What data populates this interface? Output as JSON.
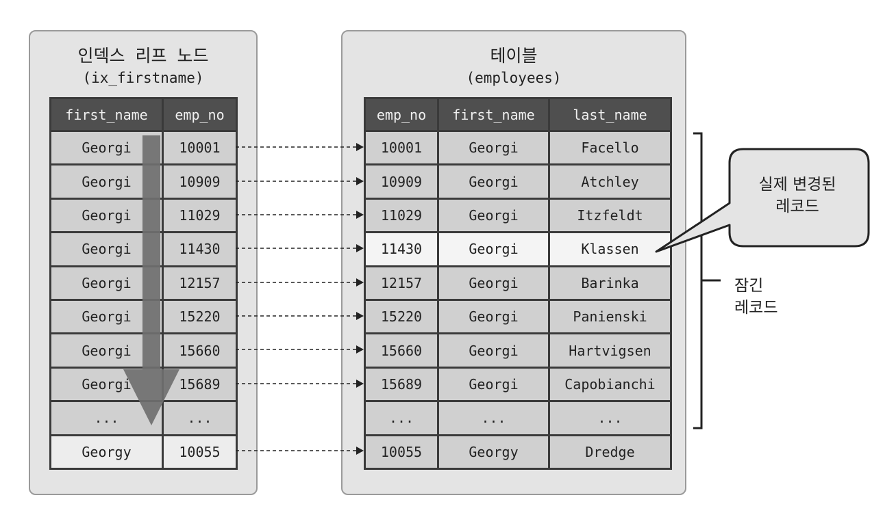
{
  "index_panel": {
    "title": "인덱스 리프 노드",
    "subtitle": "(ix_firstname)",
    "columns": [
      "first_name",
      "emp_no"
    ],
    "rows": [
      [
        "Georgi",
        "10001"
      ],
      [
        "Georgi",
        "10909"
      ],
      [
        "Georgi",
        "11029"
      ],
      [
        "Georgi",
        "11430"
      ],
      [
        "Georgi",
        "12157"
      ],
      [
        "Georgi",
        "15220"
      ],
      [
        "Georgi",
        "15660"
      ],
      [
        "Georgi",
        "15689"
      ],
      [
        "...",
        "..."
      ],
      [
        "Georgy",
        "10055"
      ]
    ]
  },
  "table_panel": {
    "title": "테이블",
    "subtitle": "(employees)",
    "columns": [
      "emp_no",
      "first_name",
      "last_name"
    ],
    "rows": [
      [
        "10001",
        "Georgi",
        "Facello"
      ],
      [
        "10909",
        "Georgi",
        "Atchley"
      ],
      [
        "11029",
        "Georgi",
        "Itzfeldt"
      ],
      [
        "11430",
        "Georgi",
        "Klassen"
      ],
      [
        "12157",
        "Georgi",
        "Barinka"
      ],
      [
        "15220",
        "Georgi",
        "Panienski"
      ],
      [
        "15660",
        "Georgi",
        "Hartvigsen"
      ],
      [
        "15689",
        "Georgi",
        "Capobianchi"
      ],
      [
        "...",
        "...",
        "..."
      ],
      [
        "10055",
        "Georgy",
        "Dredge"
      ]
    ]
  },
  "callout": {
    "line1": "실제 변경된",
    "line2": "레코드"
  },
  "locked_label": {
    "line1": "잠긴",
    "line2": "레코드"
  },
  "colors": {
    "arrow": "#6f6f6f",
    "header_bg": "#4f4f4f",
    "cell_bg": "#d0d0d0",
    "highlight_bg": "#f4f4f4"
  }
}
